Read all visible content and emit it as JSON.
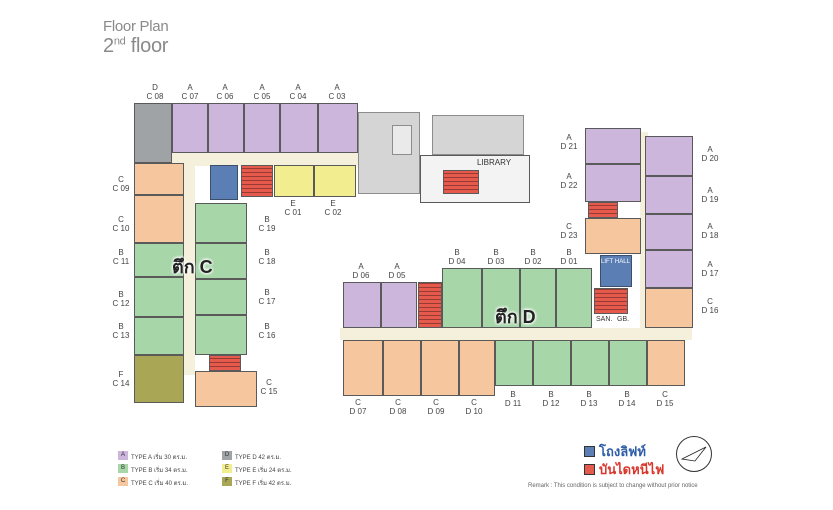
{
  "title": {
    "line1": "Floor Plan",
    "floor_num": "2",
    "floor_sup": "nd",
    "floor_word": "floor"
  },
  "buildings": {
    "c": "ตึก C",
    "d": "ตึก D"
  },
  "rooms": {
    "library": "LIBRARY",
    "lift_hall": "LIFT HALL",
    "san": "SAN.",
    "gb": "GB."
  },
  "unit_labels": [
    {
      "type": "D",
      "id": "C 08"
    },
    {
      "type": "A",
      "id": "C 07"
    },
    {
      "type": "A",
      "id": "C 06"
    },
    {
      "type": "A",
      "id": "C 05"
    },
    {
      "type": "A",
      "id": "C 04"
    },
    {
      "type": "A",
      "id": "C 03"
    },
    {
      "type": "C",
      "id": "C 09"
    },
    {
      "type": "E",
      "id": "C 01"
    },
    {
      "type": "E",
      "id": "C 02"
    },
    {
      "type": "C",
      "id": "C 10"
    },
    {
      "type": "B",
      "id": "C 19"
    },
    {
      "type": "B",
      "id": "C 11"
    },
    {
      "type": "B",
      "id": "C 18"
    },
    {
      "type": "B",
      "id": "C 12"
    },
    {
      "type": "B",
      "id": "C 17"
    },
    {
      "type": "B",
      "id": "C 13"
    },
    {
      "type": "B",
      "id": "C 16"
    },
    {
      "type": "F",
      "id": "C 14"
    },
    {
      "type": "C",
      "id": "C 15"
    },
    {
      "type": "A",
      "id": "D 21"
    },
    {
      "type": "A",
      "id": "D 20"
    },
    {
      "type": "A",
      "id": "D 22"
    },
    {
      "type": "A",
      "id": "D 19"
    },
    {
      "type": "C",
      "id": "D 23"
    },
    {
      "type": "A",
      "id": "D 18"
    },
    {
      "type": "B",
      "id": "D 04"
    },
    {
      "type": "B",
      "id": "D 03"
    },
    {
      "type": "B",
      "id": "D 02"
    },
    {
      "type": "B",
      "id": "D 01"
    },
    {
      "type": "A",
      "id": "D 06"
    },
    {
      "type": "A",
      "id": "D 05"
    },
    {
      "type": "A",
      "id": "D 17"
    },
    {
      "type": "C",
      "id": "D 16"
    },
    {
      "type": "C",
      "id": "D 07"
    },
    {
      "type": "C",
      "id": "D 08"
    },
    {
      "type": "C",
      "id": "D 09"
    },
    {
      "type": "C",
      "id": "D 10"
    },
    {
      "type": "B",
      "id": "D 11"
    },
    {
      "type": "B",
      "id": "D 12"
    },
    {
      "type": "B",
      "id": "D 13"
    },
    {
      "type": "B",
      "id": "D 14"
    },
    {
      "type": "C",
      "id": "D 15"
    }
  ],
  "legend": [
    {
      "code": "A",
      "text": "TYPE A เริ่ม 30 ตร.ม.",
      "color": "#cdb6dc"
    },
    {
      "code": "B",
      "text": "TYPE B เริ่ม 34 ตร.ม.",
      "color": "#a7d6a9"
    },
    {
      "code": "C",
      "text": "TYPE C เริ่ม 40 ตร.ม.",
      "color": "#f6c79e"
    },
    {
      "code": "D",
      "text": "TYPE D 42 ตร.ม.",
      "color": "#9fa3a6"
    },
    {
      "code": "E",
      "text": "TYPE E เริ่ม 24 ตร.ม.",
      "color": "#f2ee8f"
    },
    {
      "code": "F",
      "text": "TYPE F เริ่ม 42 ตร.ม.",
      "color": "#a9a655"
    }
  ],
  "key": {
    "lift": "โถงลิฟท์",
    "stair": "บันไดหนีไฟ",
    "lift_color": "#2d5ca6",
    "stair_color": "#d9362b"
  },
  "remark": "Remark : This condition is subject to change without prior notice"
}
